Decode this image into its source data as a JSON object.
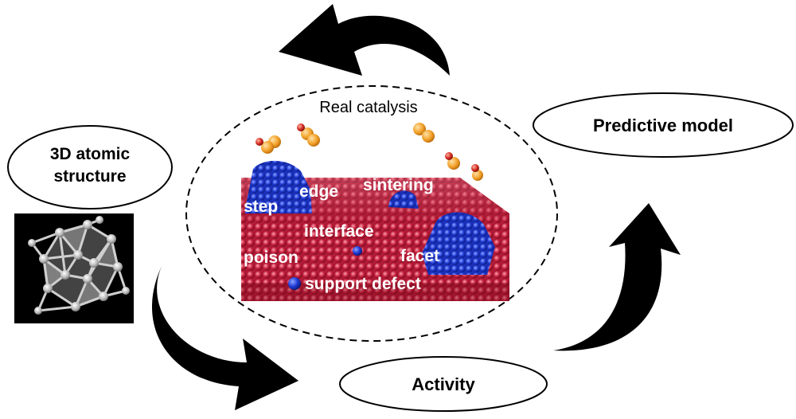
{
  "diagram": {
    "nodes": {
      "structure": {
        "line1": "3D atomic",
        "line2": "structure"
      },
      "predictive": {
        "label": "Predictive model"
      },
      "activity": {
        "label": "Activity"
      }
    },
    "center": {
      "title": "Real catalysis",
      "surface_labels": {
        "step": "step",
        "edge": "edge",
        "sintering": "sintering",
        "interface": "interface",
        "poison": "poison",
        "facet": "facet",
        "support_defect": "support defect"
      }
    },
    "colors": {
      "arrow": "#000000",
      "support_atoms": "#c0203a",
      "cluster": "#1e3cc8",
      "molecule_orange": "#f3a22a",
      "molecule_red": "#d12a1f"
    }
  }
}
